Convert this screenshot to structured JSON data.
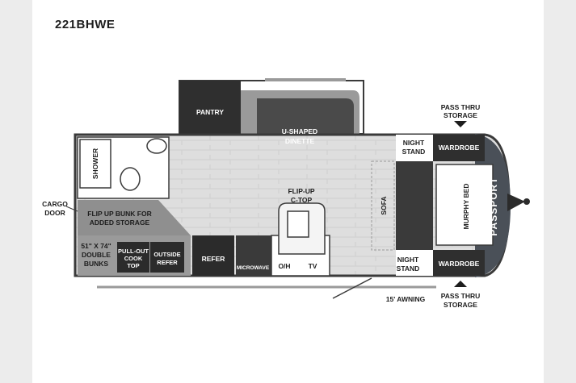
{
  "model_name": "221BHWE",
  "labels": {
    "pantry": "PANTRY",
    "dinette_1": "U-SHAPED",
    "dinette_2": "DINETTE",
    "pass_thru_top_1": "PASS THRU",
    "pass_thru_top_2": "STORAGE",
    "pass_thru_bottom_1": "PASS THRU",
    "pass_thru_bottom_2": "STORAGE",
    "night_stand_top_1": "NIGHT",
    "night_stand_top_2": "STAND",
    "night_stand_bottom_1": "NIGHT",
    "night_stand_bottom_2": "STAND",
    "wardrobe_top": "WARDROBE",
    "wardrobe_bottom": "WARDROBE",
    "shower": "SHOWER",
    "cargo_door_1": "CARGO",
    "cargo_door_2": "DOOR",
    "flip_up_bunk_1": "FLIP UP BUNK FOR",
    "flip_up_bunk_2": "ADDED STORAGE",
    "bunks_1": "51\" X 74\"",
    "bunks_2": "DOUBLE",
    "bunks_3": "BUNKS",
    "cooktop_1": "PULL-OUT",
    "cooktop_2": "COOK",
    "cooktop_3": "TOP",
    "outside_refer_1": "OUTSIDE",
    "outside_refer_2": "REFER",
    "refer": "REFER",
    "microwave": "MICROWAVE",
    "oh": "O/H",
    "tv": "TV",
    "flip_up_ctop_1": "FLIP-UP",
    "flip_up_ctop_2": "C-TOP",
    "sofa": "SOFA",
    "murphy_bed": "MURPHY BED",
    "awning": "15' AWNING",
    "brand": "PASSPORT"
  },
  "colors": {
    "dark": "#2b2b2b",
    "wall": "#3a3a3a",
    "floor": "#dcdcdc",
    "cabinet": "#3d3d3d",
    "slide_floor": "#a89e96"
  }
}
